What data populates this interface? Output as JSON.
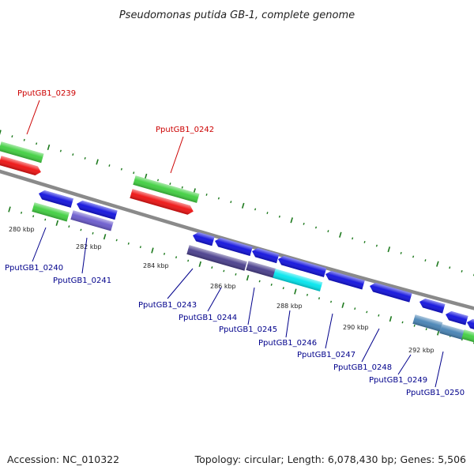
{
  "title": "Pseudomonas putida GB-1, complete genome",
  "footer": {
    "accession": "Accession: NC_010322",
    "summary": "Topology: circular; Length: 6,078,430 bp; Genes: 5,506"
  },
  "colors": {
    "backbone": "#8a8a8a",
    "tick": "#1e7a1e",
    "label_red": "#cc0000",
    "label_blue": "#00008b",
    "feature_green": "#3fcf3f",
    "feature_red": "#ee1111",
    "feature_blue": "#1010dd",
    "feature_violet": "#6a5acd",
    "feature_darkslate": "#483d8b",
    "feature_cyan": "#00e5ee",
    "feature_steel": "#4682b4"
  },
  "scale_labels": [
    "280 kbp",
    "282 kbp",
    "284 kbp",
    "286 kbp",
    "288 kbp",
    "290 kbp",
    "292 kbp"
  ],
  "gene_labels": [
    "PputGB1_0239",
    "PputGB1_0242",
    "PputGB1_0240",
    "PputGB1_0241",
    "PputGB1_0243",
    "PputGB1_0244",
    "PputGB1_0245",
    "PputGB1_0246",
    "PputGB1_0247",
    "PputGB1_0248",
    "PputGB1_0249",
    "PputGB1_0250"
  ]
}
